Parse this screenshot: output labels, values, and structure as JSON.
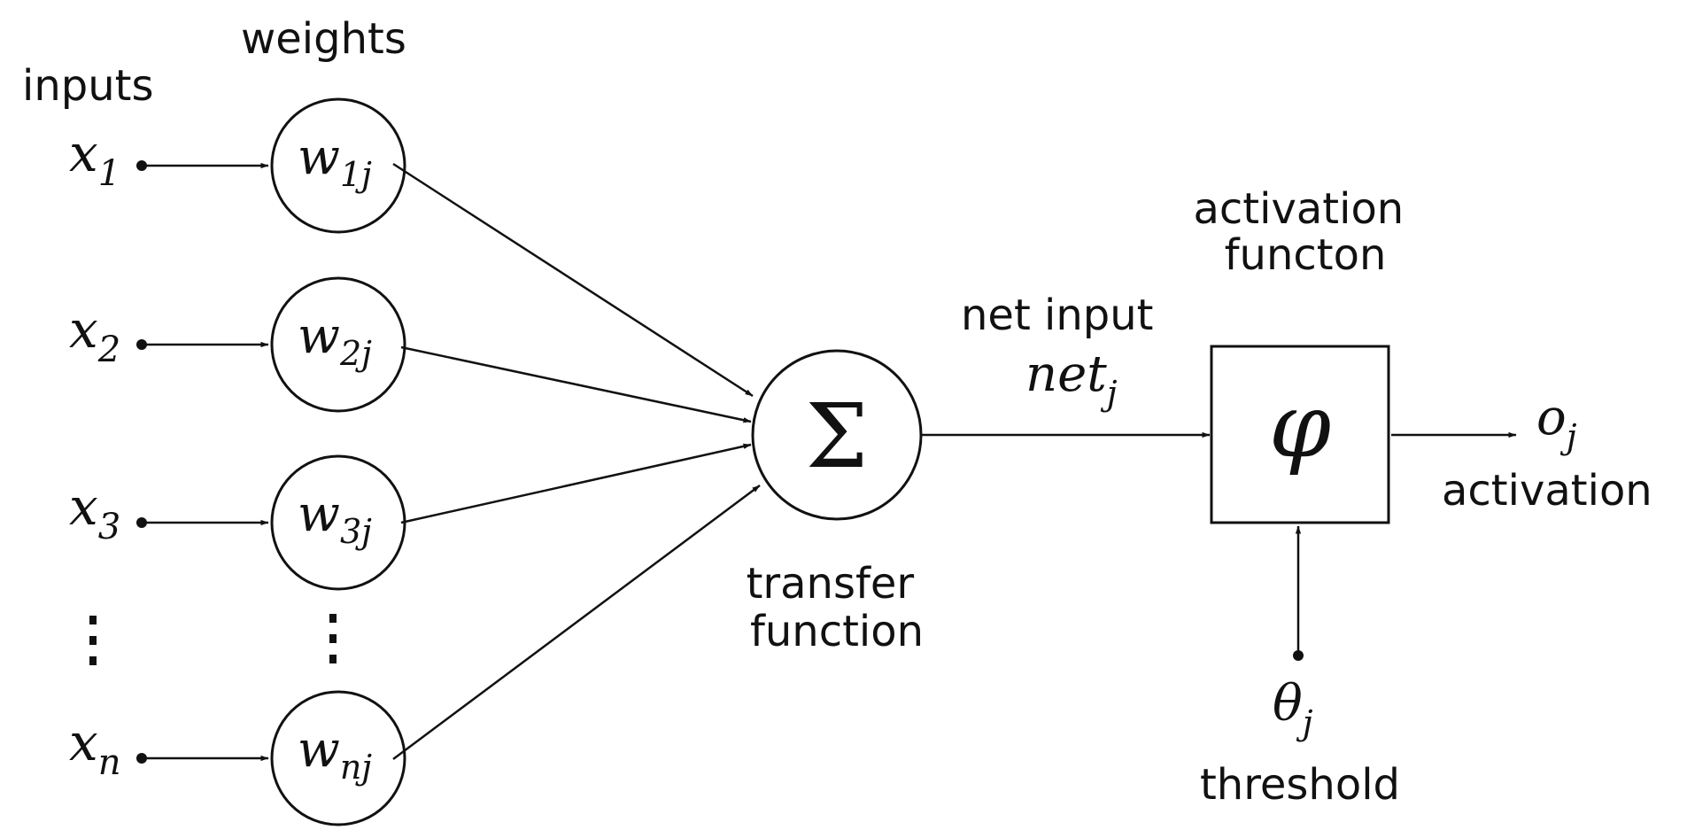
{
  "labels": {
    "inputs": "inputs",
    "weights": "weights",
    "transfer_function": [
      "transfer",
      "function"
    ],
    "net_input": "net input",
    "activation_function": [
      "activation",
      "functon"
    ],
    "activation": "activation",
    "threshold": "threshold"
  },
  "inputs": [
    {
      "base": "x",
      "sub": "1"
    },
    {
      "base": "x",
      "sub": "2"
    },
    {
      "base": "x",
      "sub": "3"
    },
    {
      "base": "x",
      "sub": "n"
    }
  ],
  "weights": [
    {
      "base": "w",
      "sub": "1j"
    },
    {
      "base": "w",
      "sub": "2j"
    },
    {
      "base": "w",
      "sub": "3j"
    },
    {
      "base": "w",
      "sub": "nj"
    }
  ],
  "sum_symbol": "Σ",
  "net": {
    "base": "net",
    "sub": "j"
  },
  "activation_symbol": "φ",
  "output": {
    "base": "o",
    "sub": "j"
  },
  "theta": {
    "base": "θ",
    "sub": "j"
  }
}
